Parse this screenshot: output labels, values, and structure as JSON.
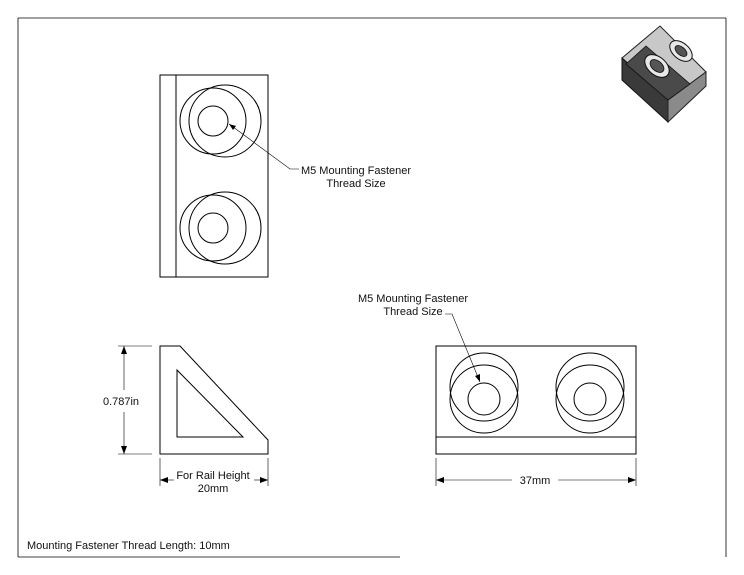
{
  "annotations": {
    "callout_top": "M5 Mounting Fastener\nThread Size",
    "callout_right": "M5 Mounting Fastener\nThread Size",
    "height_dim": "0.787in",
    "rail_height_dim": "For Rail Height\n20mm",
    "width_dim": "37mm",
    "thread_length_note": "Mounting Fastener Thread Length: 10mm"
  },
  "colors": {
    "line": "#000000",
    "background": "#ffffff",
    "iso_dark": "#3a3a3a",
    "iso_mid": "#8a8a8a",
    "iso_light": "#c8c8c8"
  }
}
